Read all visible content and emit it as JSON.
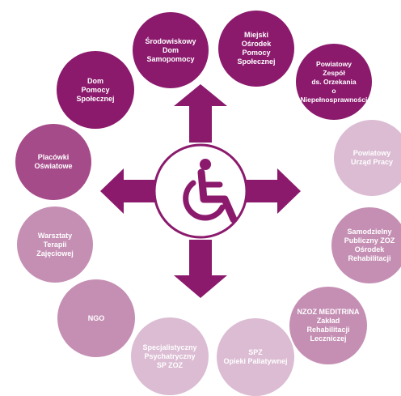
{
  "center": {
    "icon": "wheelchair-icon",
    "color": "#8b1a6d"
  },
  "colors": {
    "arrow": "#8b1a6d",
    "dark": "#8b1a6d",
    "medium": "#a64b8a",
    "light": "#c58fb4",
    "pale": "#dbbcd3"
  },
  "nodes": [
    {
      "id": "srodowiskowy-dom",
      "label": "Środowiskowy\nDom\nSamopomocy",
      "shade": "dark"
    },
    {
      "id": "miejski-osrodek",
      "label": "Miejski\nOśrodek\nPomocy\nSpołecznej",
      "shade": "dark"
    },
    {
      "id": "powiatowy-zespol",
      "label": "Powiatowy\nZespół\nds. Orzekania\no Niepełnosprawności",
      "shade": "dark"
    },
    {
      "id": "powiatowy-urzad",
      "label": "Powiatowy\nUrząd Pracy",
      "shade": "pale"
    },
    {
      "id": "samodzielny-zoz",
      "label": "Samodzielny\nPubliczny ZOZ\nOśrodek\nRehabilitacji",
      "shade": "light"
    },
    {
      "id": "nzoz-meditrina",
      "label": "NZOZ MEDITRINA\nZakład\nRehabilitacji\nLeczniczej",
      "shade": "light"
    },
    {
      "id": "spz-opieki",
      "label": "SPZ\nOpieki Paliatywnej",
      "shade": "pale"
    },
    {
      "id": "specjalistyczny-zoz",
      "label": "Specjalistyczny\nPsychatryczny\nSP ZOZ",
      "shade": "pale"
    },
    {
      "id": "ngo",
      "label": "NGO",
      "shade": "light"
    },
    {
      "id": "warsztaty-terapii",
      "label": "Warsztaty\nTerapii\nZajęciowej",
      "shade": "light"
    },
    {
      "id": "placowki-oswiatowe",
      "label": "Placówki\nOświatowe",
      "shade": "medium"
    },
    {
      "id": "dom-pomocy",
      "label": "Dom\nPomocy\nSpołecznej",
      "shade": "dark"
    }
  ]
}
